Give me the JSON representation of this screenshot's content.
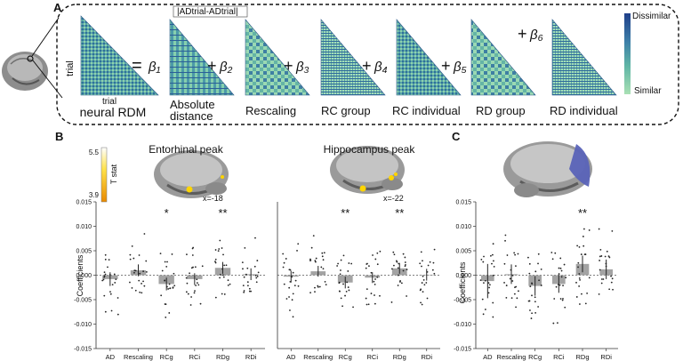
{
  "panelA": {
    "label": "A",
    "y_axis_label": "trial",
    "x_axis_label": "trial",
    "neural_label": "neural RDM",
    "equals": "=",
    "abs_formula": "|ADtrial-ADtrial|",
    "terms": [
      {
        "coef": "β₁",
        "op": "",
        "label": "",
        "label2": ""
      },
      {
        "coef": "β₂",
        "op": "+",
        "label": "Absolute",
        "label2": "distance"
      },
      {
        "coef": "β₃",
        "op": "+",
        "label": "Rescaling",
        "label2": ""
      },
      {
        "coef": "β₄",
        "op": "+",
        "label": "RC group",
        "label2": ""
      },
      {
        "coef": "β₅",
        "op": "+",
        "label": "RC individual",
        "label2": ""
      },
      {
        "coef": "β₆",
        "op": "+",
        "label": "RD group",
        "label2": ""
      },
      {
        "coef": "",
        "op": "",
        "label": "RD individual",
        "label2": ""
      }
    ],
    "colorbar": {
      "top": "Dissimilar",
      "bottom": "Similar"
    },
    "colors": {
      "dissimilar": "#1f3f8a",
      "similar": "#7fd0a6"
    }
  },
  "panelB": {
    "label": "B",
    "tstat_label": "T stat",
    "tstat_ticks": [
      "5.5",
      "3.9"
    ],
    "ylabel": "Coefficients",
    "yticks": [
      "0.015",
      "0.010",
      "0.005",
      "0.000",
      "-0.005",
      "-0.010",
      "-0.015"
    ],
    "categories": [
      "AD",
      "Rescaling",
      "RCg",
      "RCi",
      "RDg",
      "RDi"
    ]
  },
  "panelC": {
    "label": "C"
  },
  "chart_data": [
    {
      "type": "bar",
      "title": "Entorhinal peak",
      "brain_coord": "x=-18",
      "ylabel": "Coefficients",
      "ylim": [
        -0.015,
        0.015
      ],
      "categories": [
        "AD",
        "Rescaling",
        "RCg",
        "RCi",
        "RDg",
        "RDi"
      ],
      "values": [
        -0.0008,
        0.001,
        -0.0018,
        -0.0008,
        0.0015,
        0.0002
      ],
      "errors": [
        0.0014,
        0.0012,
        0.0013,
        0.0012,
        0.0012,
        0.0012
      ],
      "significance": [
        "",
        "",
        "*",
        "",
        "**",
        ""
      ]
    },
    {
      "type": "bar",
      "title": "Hippocampus peak",
      "brain_coord": "x=-22",
      "ylabel": "",
      "ylim": [
        -0.015,
        0.015
      ],
      "categories": [
        "AD",
        "Rescaling",
        "RCg",
        "RCi",
        "RDg",
        "RDi"
      ],
      "values": [
        -0.0003,
        0.0008,
        -0.0015,
        -0.0005,
        0.0014,
        0.0001
      ],
      "errors": [
        0.0012,
        0.0011,
        0.0012,
        0.0011,
        0.0011,
        0.0012
      ],
      "significance": [
        "",
        "",
        "**",
        "",
        "**",
        ""
      ]
    },
    {
      "type": "bar",
      "title": "",
      "ylabel": "Coefficients",
      "ylim": [
        -0.015,
        0.015
      ],
      "categories": [
        "AD",
        "Rescaling",
        "RCg",
        "RCi",
        "RDg",
        "RDi"
      ],
      "values": [
        -0.0012,
        0.0002,
        -0.0022,
        -0.0018,
        0.0023,
        0.0012
      ],
      "errors": [
        0.0035,
        0.002,
        0.002,
        0.0018,
        0.0017,
        0.002
      ],
      "significance": [
        "",
        "",
        "",
        "",
        "**",
        ""
      ]
    }
  ]
}
